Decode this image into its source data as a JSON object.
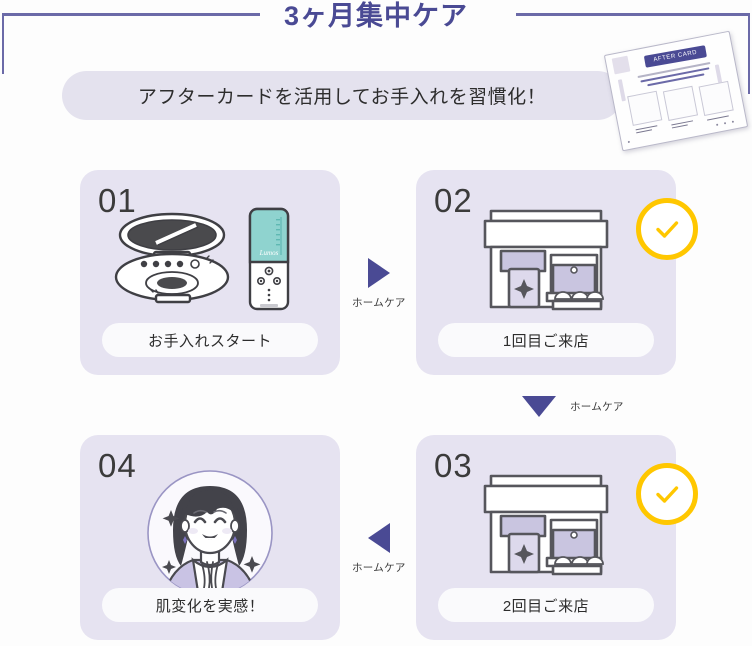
{
  "title": "3ヶ月集中ケア",
  "banner": {
    "text": "アフターカードを活用してお手入れを習慣化！",
    "accent_color": "#4a4a94",
    "pill_color": "#e4e2ee"
  },
  "after_card": {
    "heading": "AFTER CARD",
    "icon": "after-card-illustration"
  },
  "colors": {
    "accent_purple": "#4a4a94",
    "card_bg": "#e6e3f1",
    "label_bg": "#fafafc",
    "check_yellow": "#ffc700",
    "device_teal": "#8fd3cf"
  },
  "steps": [
    {
      "number": "01",
      "label": "お手入れスタート",
      "art": "compact-case-and-beauty-device",
      "checked": false
    },
    {
      "number": "02",
      "label": "1回目ご来店",
      "art": "salon-storefront",
      "checked": true
    },
    {
      "number": "03",
      "label": "2回目ご来店",
      "art": "salon-storefront",
      "checked": true
    },
    {
      "number": "04",
      "label": "肌変化を実感！",
      "art": "smiling-woman-portrait",
      "checked": false
    }
  ],
  "connectors": [
    {
      "id": "step1-to-step2",
      "direction": "right",
      "label": "ホームケア"
    },
    {
      "id": "step2-to-step3",
      "direction": "down",
      "label": "ホームケア"
    },
    {
      "id": "step3-to-step4",
      "direction": "left",
      "label": "ホームケア"
    }
  ]
}
